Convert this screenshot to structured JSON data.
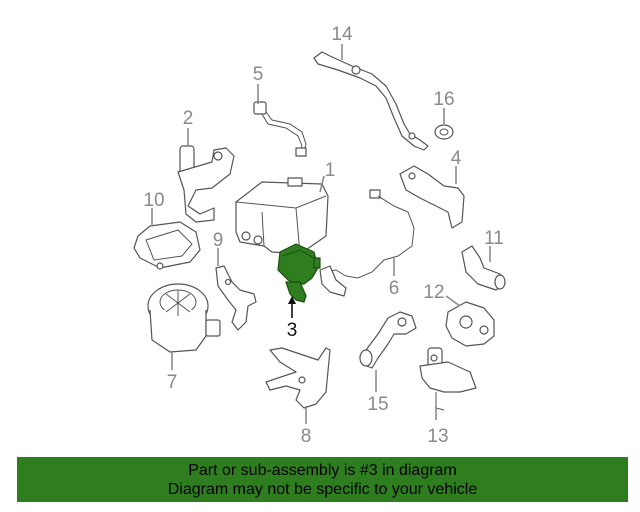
{
  "colors": {
    "banner": "#2e7d1e",
    "highlight_part": "#2e7d1e",
    "callout_default": "#8a8a8a",
    "callout_highlight": "#111111"
  },
  "callouts": [
    {
      "id": "1",
      "label": "1",
      "highlighted": false
    },
    {
      "id": "2",
      "label": "2",
      "highlighted": false
    },
    {
      "id": "3",
      "label": "3",
      "highlighted": true
    },
    {
      "id": "4",
      "label": "4",
      "highlighted": false
    },
    {
      "id": "5",
      "label": "5",
      "highlighted": false
    },
    {
      "id": "6",
      "label": "6",
      "highlighted": false
    },
    {
      "id": "7",
      "label": "7",
      "highlighted": false
    },
    {
      "id": "8",
      "label": "8",
      "highlighted": false
    },
    {
      "id": "9",
      "label": "9",
      "highlighted": false
    },
    {
      "id": "10",
      "label": "10",
      "highlighted": false
    },
    {
      "id": "11",
      "label": "11",
      "highlighted": false
    },
    {
      "id": "12",
      "label": "12",
      "highlighted": false
    },
    {
      "id": "13",
      "label": "13",
      "highlighted": false
    },
    {
      "id": "14",
      "label": "14",
      "highlighted": false
    },
    {
      "id": "15",
      "label": "15",
      "highlighted": false
    },
    {
      "id": "16",
      "label": "16",
      "highlighted": false
    }
  ],
  "footer": {
    "line1": "Part or sub-assembly is #3 in diagram",
    "line2": "Diagram may not be specific to your vehicle"
  }
}
